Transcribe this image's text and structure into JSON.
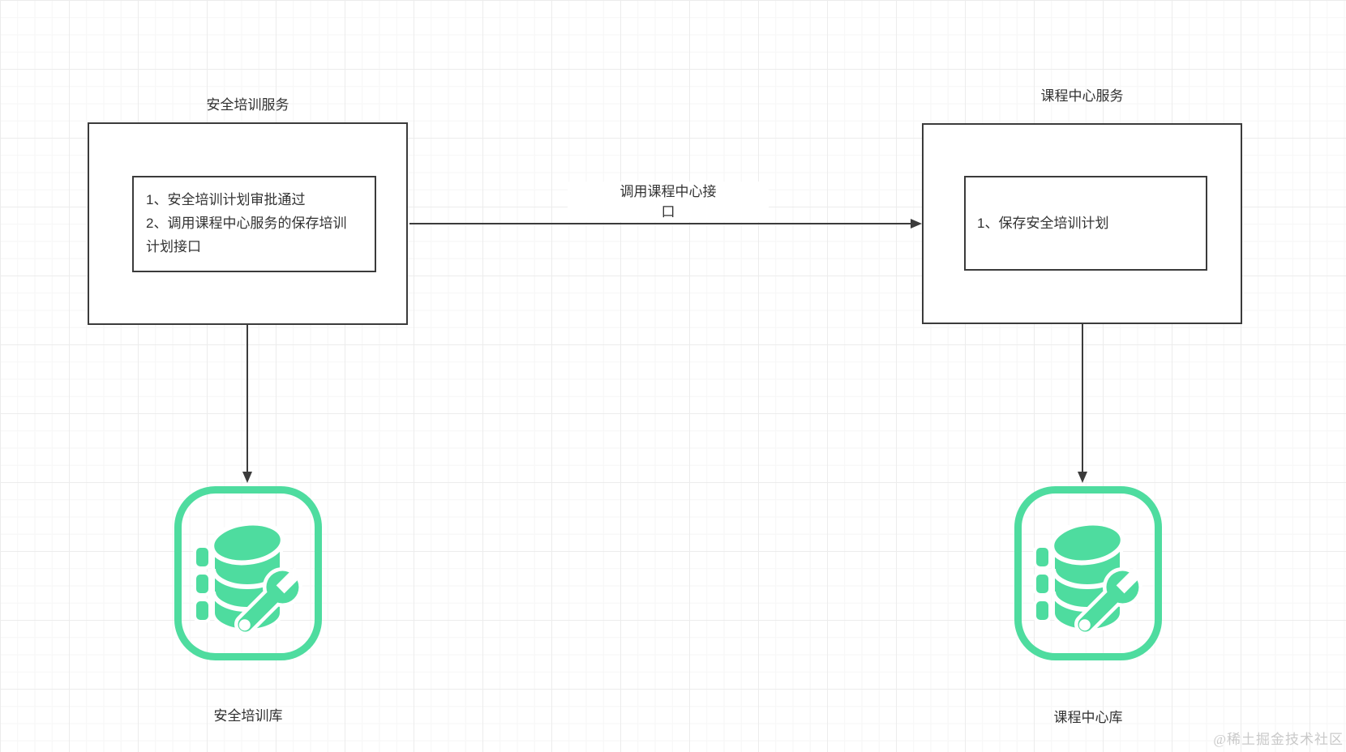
{
  "colors": {
    "accent_green": "#4edc9f",
    "shape_border": "#3b3b3b",
    "text": "#303030",
    "watermark_gray": "#c9c9c9"
  },
  "nodes": {
    "left_service": {
      "title": "安全培训服务",
      "note_lines": [
        "1、安全培训计划审批通过",
        "2、调用课程中心服务的保存培训",
        "计划接口"
      ]
    },
    "right_service": {
      "title": "课程中心服务",
      "note_lines": [
        "1、保存安全培训计划"
      ]
    },
    "left_db": {
      "label": "安全培训库",
      "icon": "database-wrench-icon"
    },
    "right_db": {
      "label": "课程中心库",
      "icon": "database-wrench-icon"
    }
  },
  "connectors": {
    "call_interface": {
      "label_lines": [
        "调用课程中心接",
        "口"
      ]
    },
    "left_service_to_db": {
      "label": ""
    },
    "right_service_to_db": {
      "label": ""
    }
  },
  "watermark": {
    "text": "@稀土掘金技术社区"
  }
}
